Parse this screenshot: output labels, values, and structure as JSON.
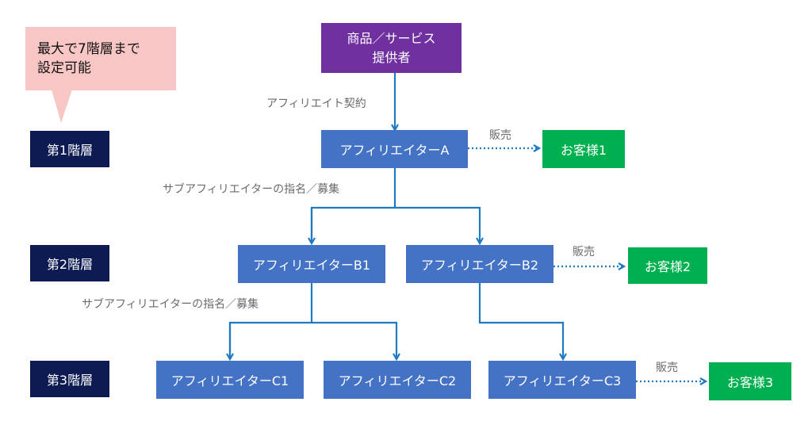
{
  "note": "最大で7階層まで\n設定可能",
  "levels": [
    "第1階層",
    "第2階層",
    "第3階層"
  ],
  "provider": {
    "line1": "商品／サービス",
    "line2": "提供者"
  },
  "edge_labels": {
    "contract": "アフィリエイト契約",
    "sub_nomination": "サブアフィリエイターの指名／募集",
    "sale": "販売"
  },
  "affiliates": {
    "a": "アフィリエイターA",
    "b1": "アフィリエイターB1",
    "b2": "アフィリエイターB2",
    "c1": "アフィリエイターC1",
    "c2": "アフィリエイターC2",
    "c3": "アフィリエイターC3"
  },
  "customers": [
    "お客様1",
    "お客様2",
    "お客様3"
  ],
  "colors": {
    "provider": "#7030a0",
    "affiliate": "#4472c4",
    "customer": "#00b050",
    "level": "#0d1b52",
    "callout": "#f9c6c6",
    "arrow": "#1f7ac2"
  }
}
